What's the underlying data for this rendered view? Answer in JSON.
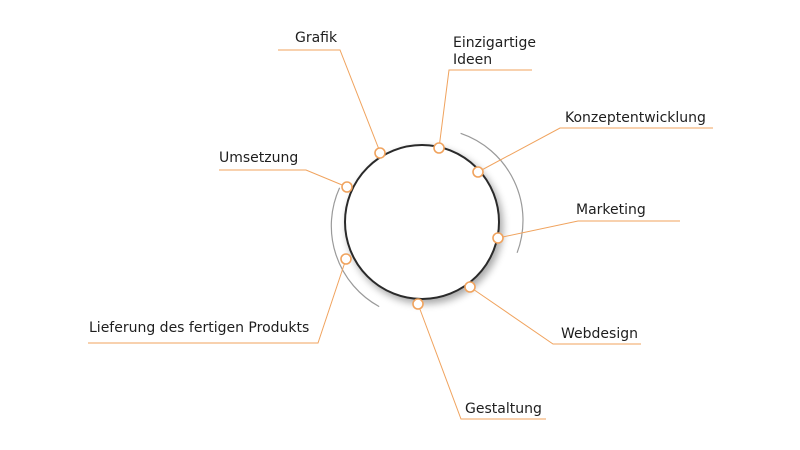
{
  "diagram": {
    "labels": {
      "grafik": "Grafik",
      "ideen_line1": "Einzigartige",
      "ideen_line2": "Ideen",
      "konzept": "Konzeptentwicklung",
      "umsetzung": "Umsetzung",
      "marketing": "Marketing",
      "lieferung": "Lieferung des fertigen Produkts",
      "webdesign": "Webdesign",
      "gestaltung": "Gestaltung"
    },
    "colors": {
      "accent": "#f0a35e",
      "ring": "#2b2b2b",
      "arc": "#9a9a9a",
      "text": "#1e1e1e"
    }
  }
}
